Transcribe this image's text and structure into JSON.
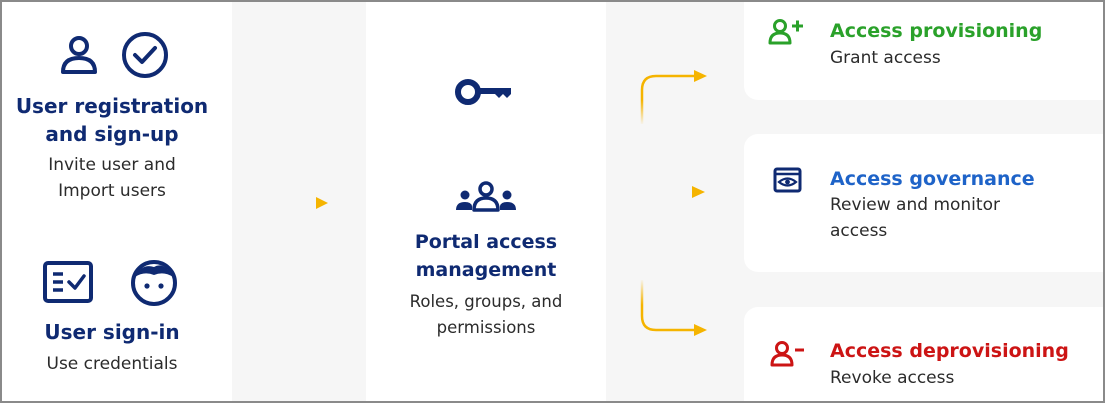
{
  "colors": {
    "navy": "#0f2a72",
    "text": "#2b2b2b",
    "green": "#2aa12a",
    "blue": "#1e63c8",
    "red": "#cc1414",
    "arrow": "#f5b400",
    "band": "#f6f6f6"
  },
  "registration": {
    "title_line1": "User registration",
    "title_line2": "and sign-up",
    "desc_line1": "Invite user and",
    "desc_line2": "Import users",
    "icons": [
      "user-icon",
      "check-circle-icon"
    ]
  },
  "signin": {
    "title": "User sign-in",
    "desc": "Use credentials",
    "icons": [
      "id-card-icon",
      "face-icon"
    ]
  },
  "portal": {
    "title_line1": "Portal access",
    "title_line2": "management",
    "desc_line1": "Roles, groups, and",
    "desc_line2": "permissions",
    "icons": [
      "key-icon",
      "group-icon"
    ]
  },
  "outcomes": [
    {
      "title": "Access provisioning",
      "desc_line1": "Grant access",
      "desc_line2": "",
      "icon": "user-plus-icon"
    },
    {
      "title": "Access governance",
      "desc_line1": "Review and monitor",
      "desc_line2": "access",
      "icon": "eye-window-icon"
    },
    {
      "title": "Access deprovisioning",
      "desc_line1": "Revoke access",
      "desc_line2": "",
      "icon": "user-minus-icon"
    }
  ]
}
